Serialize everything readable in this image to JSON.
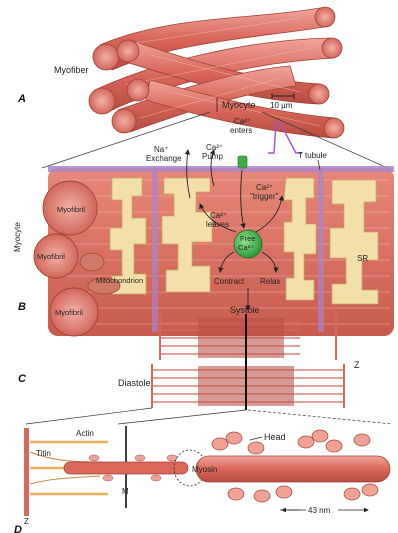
{
  "panels": {
    "a": "A",
    "b": "B",
    "c": "C",
    "d": "D"
  },
  "labels": {
    "myofiber": "Myofiber",
    "myocyte": "Myocyte",
    "scale_bar": "10 µm",
    "ca_enters": "Ca²⁺\nenters",
    "na_exchange": "Na⁺\nExchange",
    "ca_pump": "Ca²⁺\nPump",
    "t_tubule": "T tubule",
    "ca_trigger": "Ca²⁺\n\"trigger\"",
    "ca_leaves": "Ca²⁺\nleaves",
    "free_ca": "Free\nCa²⁺",
    "contract": "Contract",
    "relax": "Relax",
    "myocyte_side": "Myocyte",
    "myofibril_1": "Myofibril",
    "myofibril_2": "Myofibril",
    "myofibril_3": "Myofibril",
    "mitochondrion": "Mitochondrion",
    "sr": "SR",
    "systole": "Systole",
    "diastole": "Diastole",
    "z_right": "Z",
    "actin": "Actin",
    "titin": "Titin",
    "m_line": "M",
    "z_left": "Z",
    "head": "Head",
    "myosin": "Myosin",
    "distance": "43 nm"
  },
  "colors": {
    "muscle": "#d9675a",
    "muscle_dark": "#b84a40",
    "muscle_light": "#f2a79b",
    "sr_yellow": "#f3dfa9",
    "sr_outline": "#c9a86a",
    "membrane_purple": "#a985c8",
    "free_ca_green": "#3fae49",
    "ap_trace": "#a64fcf"
  }
}
